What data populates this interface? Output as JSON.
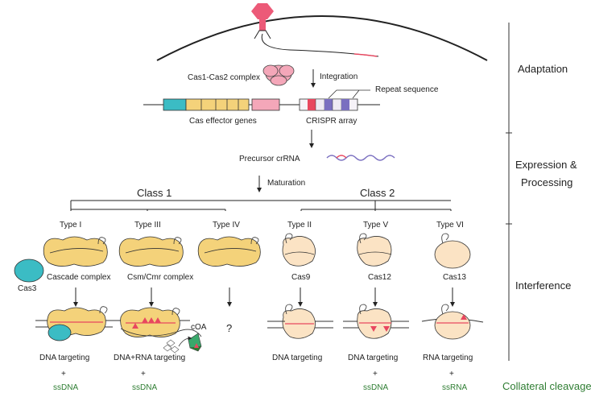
{
  "stages": {
    "adaptation": "Adaptation",
    "expression_line1": "Expression &",
    "expression_line2": "Processing",
    "interference": "Interference"
  },
  "adaptation": {
    "cas1_cas2": "Cas1-Cas2 complex",
    "integration": "Integration",
    "repeat_sequence": "Repeat sequence",
    "effector_genes": "Cas effector genes",
    "crispr_array": "CRISPR array"
  },
  "expression": {
    "precursor": "Precursor crRNA",
    "maturation": "Maturation"
  },
  "classes": {
    "class1": "Class 1",
    "class2": "Class 2"
  },
  "types": {
    "type1": "Type I",
    "type3": "Type III",
    "type4": "Type IV",
    "type2": "Type II",
    "type5": "Type V",
    "type6": "Type VI"
  },
  "complexes": {
    "cas3": "Cas3",
    "cascade": "Cascade complex",
    "csm_cmr": "Csm/Cmr complex",
    "cas9": "Cas9",
    "cas12": "Cas12",
    "cas13": "Cas13"
  },
  "interference": {
    "coa": "cOA",
    "unknown": "?",
    "t1_target": "DNA targeting",
    "t3_target": "DNA+RNA targeting",
    "t2_target": "DNA targeting",
    "t5_target": "DNA targeting",
    "t6_target": "RNA targeting"
  },
  "collateral": {
    "plus": "+",
    "t1": "ssDNA",
    "t3": "ssDNA",
    "t5": "ssDNA",
    "t6": "ssRNA",
    "label": "Collateral cleavage"
  },
  "colors": {
    "phage": "#ec5a78",
    "cas12_complex": "#f4a7b9",
    "teal": "#3bbcc4",
    "yellow": "#f4d27a",
    "peach": "#fbe3c4",
    "purple": "#7a6fc0",
    "pink_red": "#e8475f",
    "green": "#2e7d32"
  }
}
